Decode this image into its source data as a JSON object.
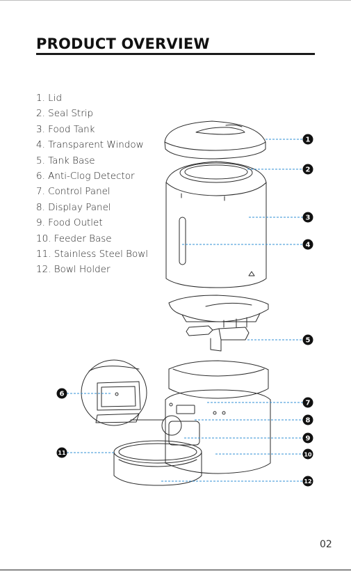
{
  "page": {
    "title": "PRODUCT OVERVIEW",
    "page_number": "02"
  },
  "parts": [
    "1. Lid",
    "2. Seal Strip",
    "3. Food Tank",
    "4. Transparent Window",
    "5. Tank Base",
    "6. Anti-Clog Detector",
    "7. Control Panel",
    "8. Display Panel",
    "9. Food Outlet",
    "10. Feeder Base",
    "11. Stainless Steel Bowl",
    "12. Bowl Holder"
  ],
  "callouts": [
    "1",
    "2",
    "3",
    "4",
    "5",
    "6",
    "7",
    "8",
    "9",
    "10",
    "11",
    "12"
  ],
  "colors": {
    "accent_leader": "#2f8fd6",
    "callout_fill": "#111111",
    "line_art": "#2a2a2a"
  }
}
